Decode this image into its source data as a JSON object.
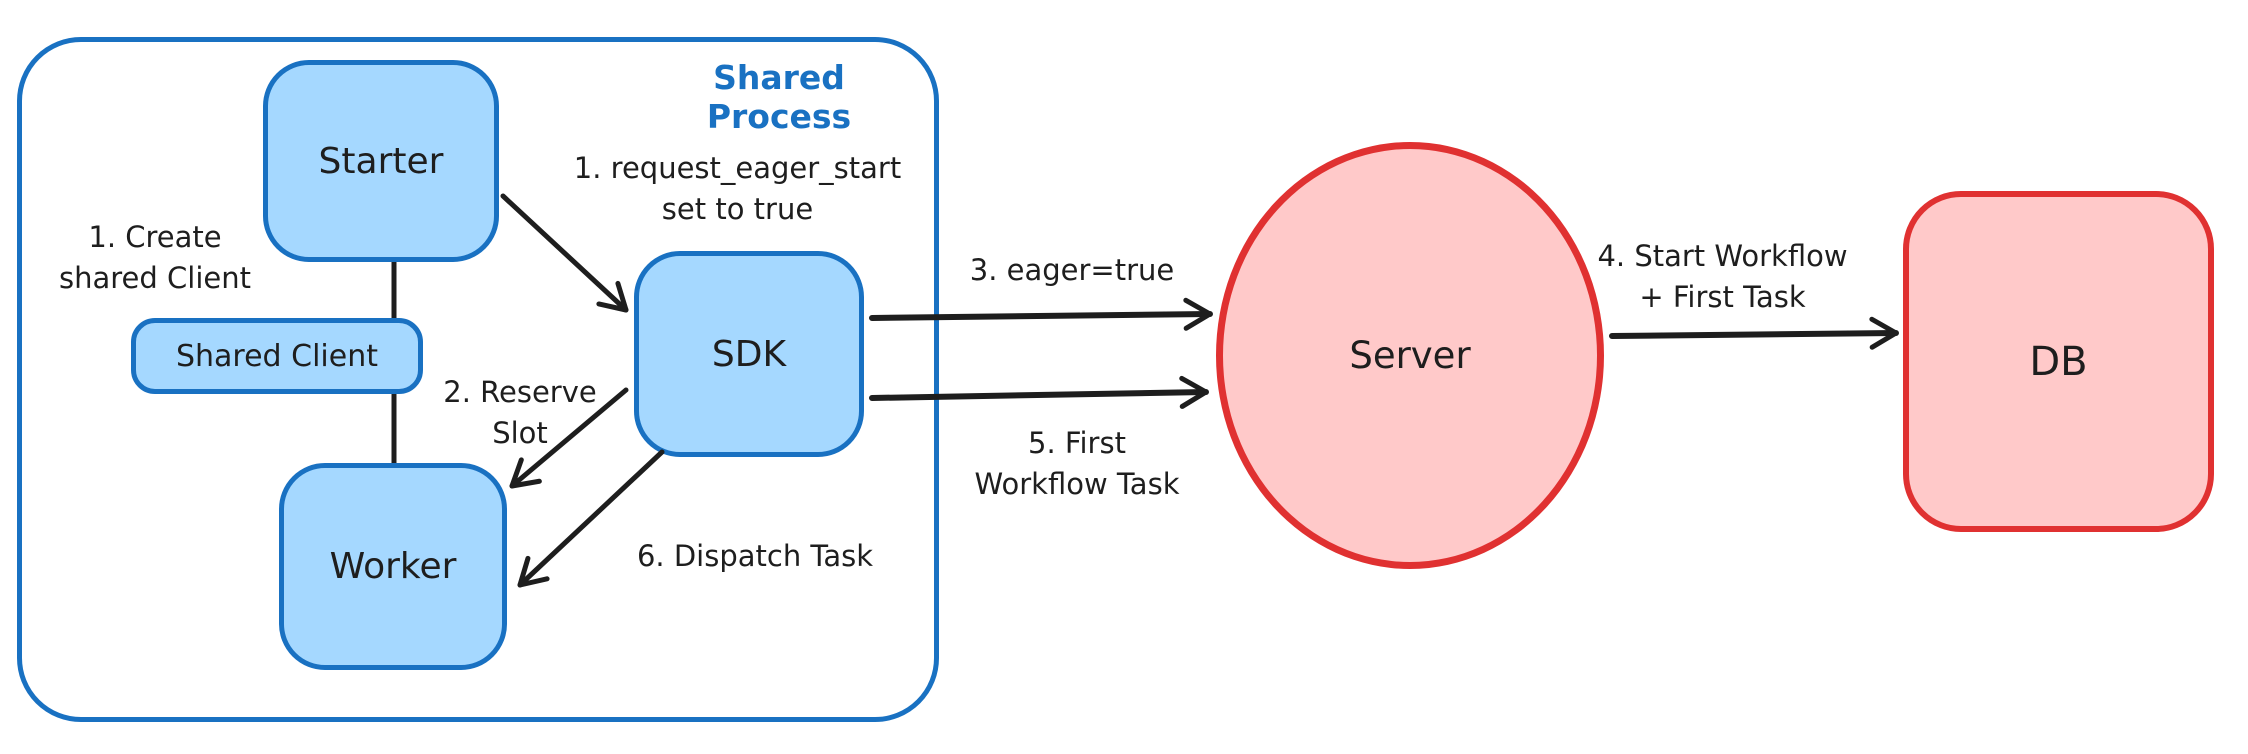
{
  "colors": {
    "blue_stroke": "#1971c2",
    "blue_fill": "#a5d8ff",
    "red_stroke": "#e03131",
    "red_fill": "#ffc9c9",
    "text": "#1e1e1e",
    "canvas_bg": "#ffffff"
  },
  "container": {
    "label": "Shared Process"
  },
  "nodes": {
    "starter": {
      "label": "Starter"
    },
    "shared_client": {
      "label": "Shared Client"
    },
    "worker": {
      "label": "Worker"
    },
    "sdk": {
      "label": "SDK"
    },
    "server": {
      "label": "Server"
    },
    "db": {
      "label": "DB"
    }
  },
  "annotations": {
    "create_shared_client": {
      "line1": "1. Create",
      "line2": "shared Client"
    },
    "request_eager_start": {
      "line1": "1. request_eager_start",
      "line2": "set to true"
    },
    "reserve_slot": {
      "line1": "2. Reserve",
      "line2": "Slot"
    },
    "eager_true": {
      "line1": "3. eager=true"
    },
    "start_workflow": {
      "line1": "4. Start Workflow",
      "line2": "+ First Task"
    },
    "first_workflow_task": {
      "line1": "5. First",
      "line2": "Workflow Task"
    },
    "dispatch_task": {
      "line1": "6. Dispatch Task"
    }
  }
}
